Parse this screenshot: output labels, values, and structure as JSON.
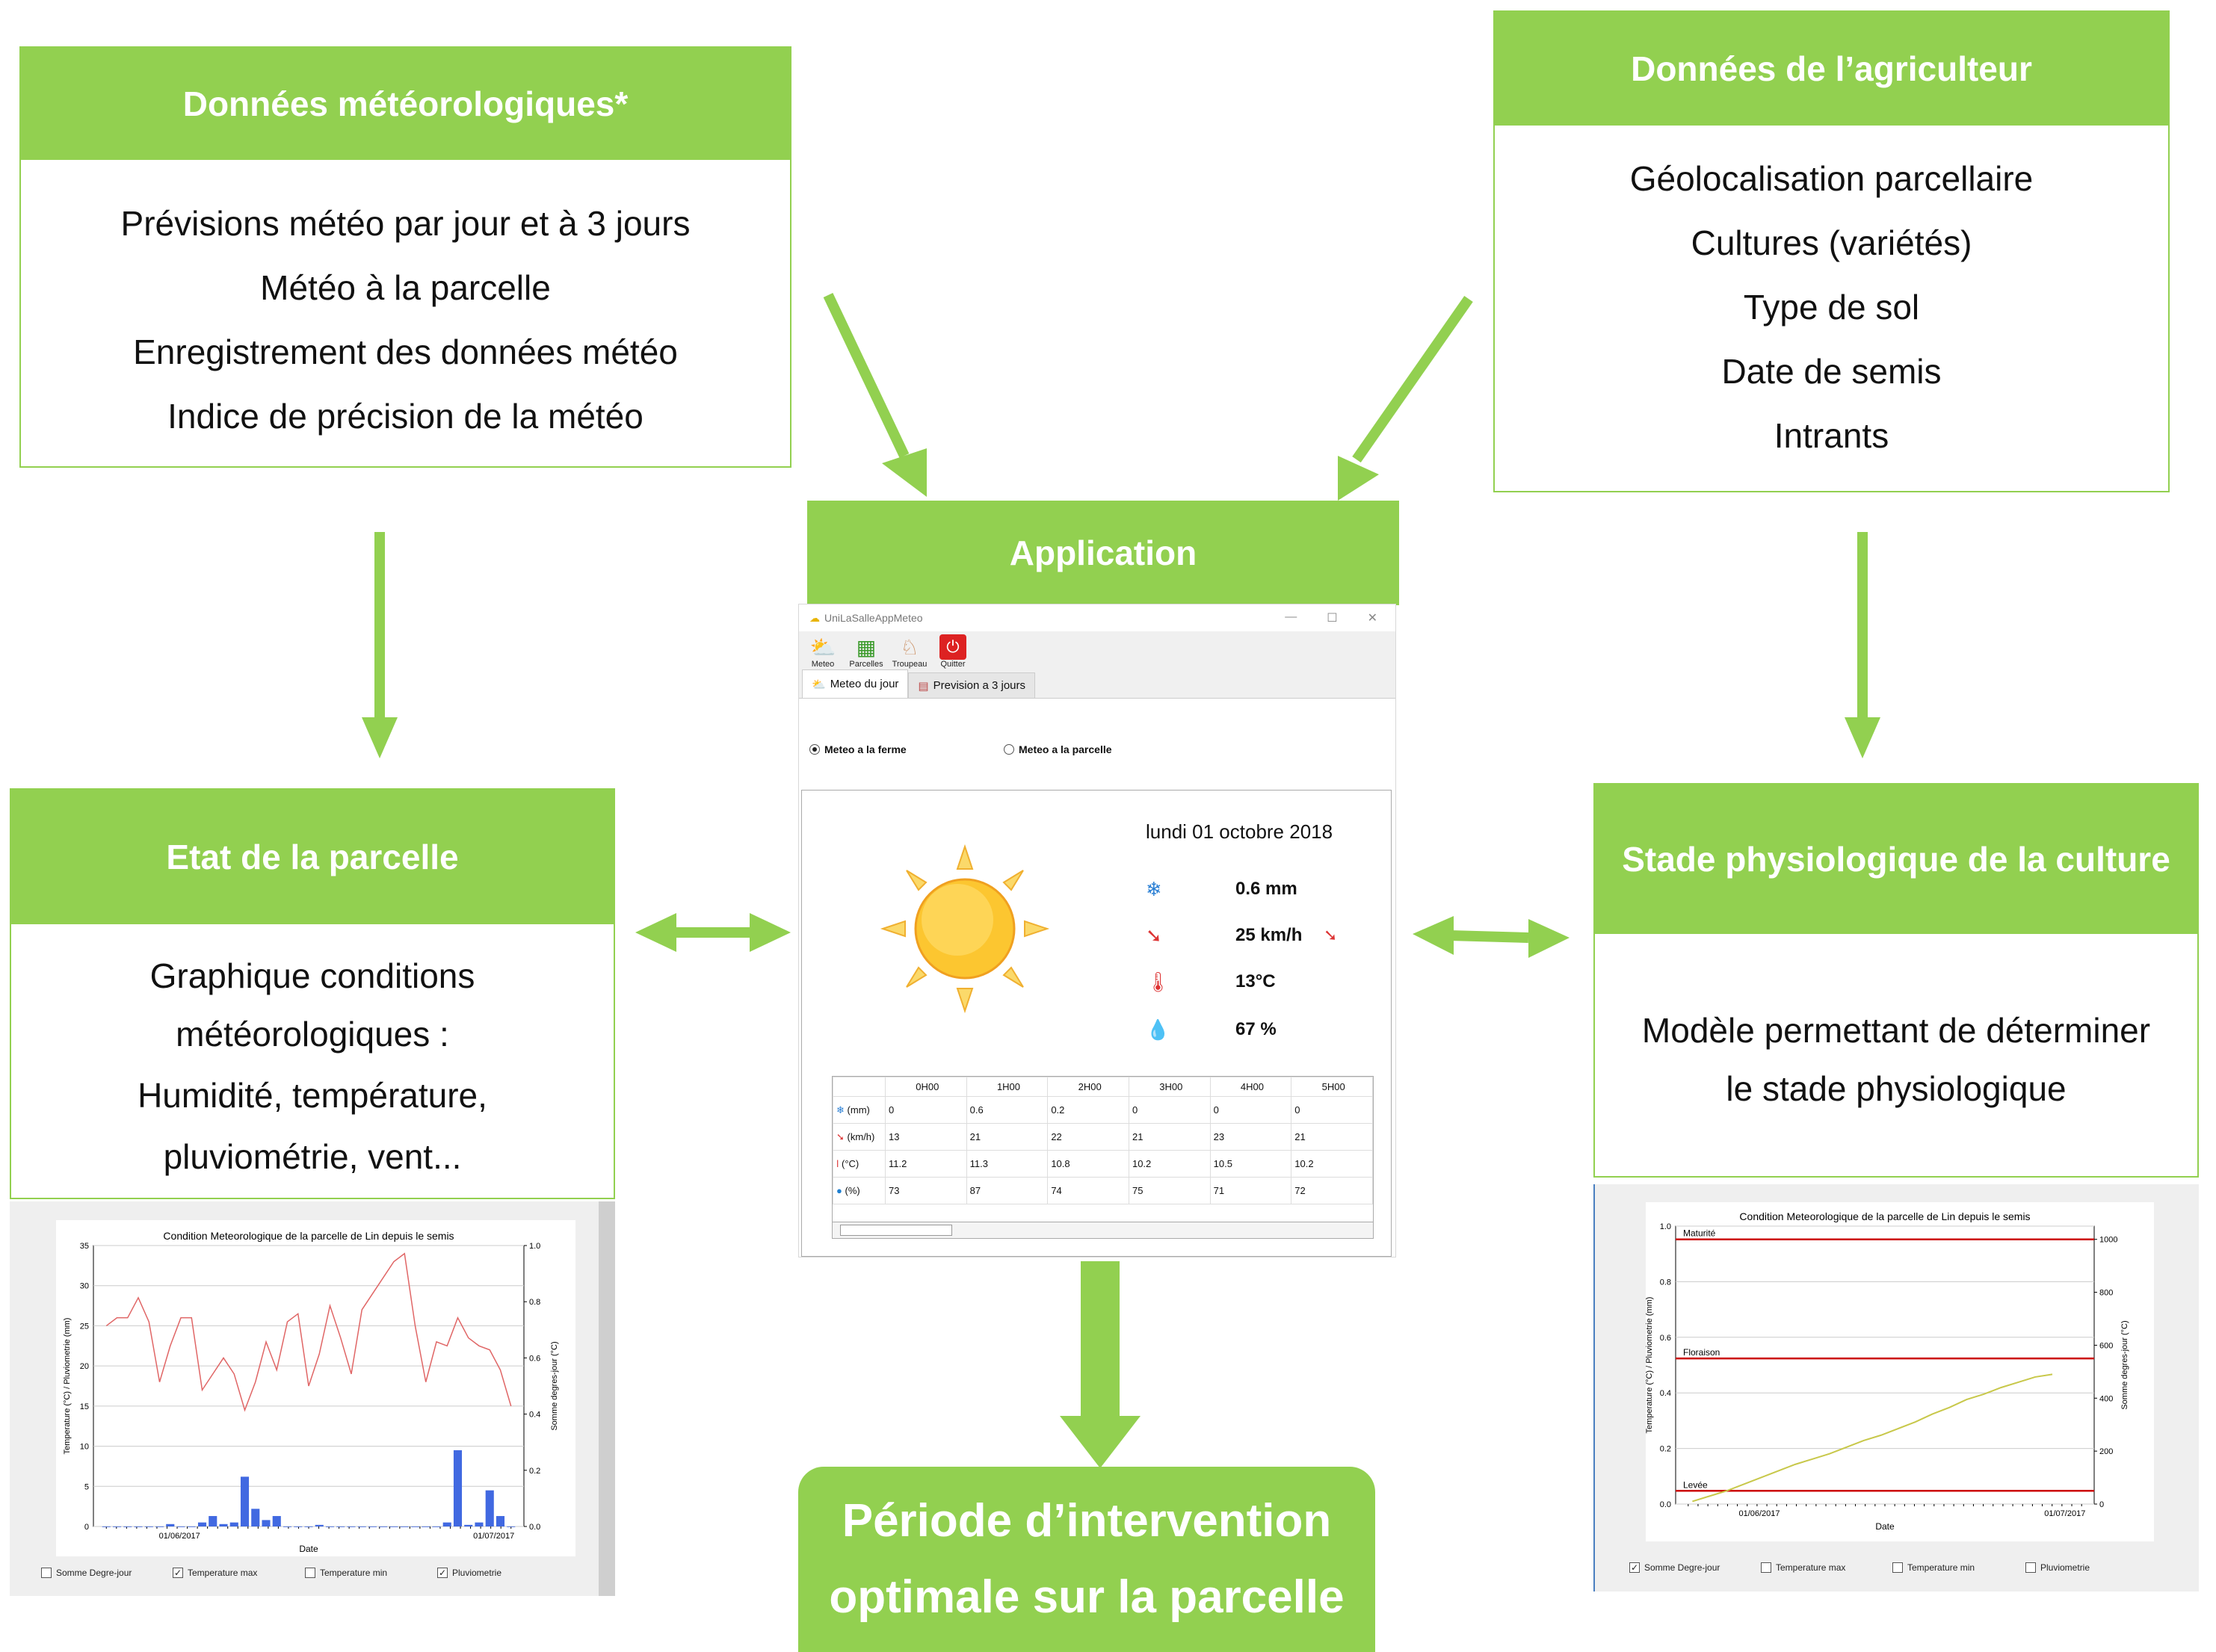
{
  "meteo_box": {
    "title": "Données météorologiques*",
    "lines": [
      "Prévisions météo par jour et à 3 jours",
      "Météo à la parcelle",
      "Enregistrement des données météo",
      "Indice de précision de la météo"
    ]
  },
  "farmer_box": {
    "title": "Données de l’agriculteur",
    "lines": [
      "Géolocalisation parcellaire",
      "Cultures (variétés)",
      "Type de sol",
      "Date de semis",
      "Intrants"
    ]
  },
  "application_box": {
    "title": "Application"
  },
  "parcelle_box": {
    "title": "Etat de la parcelle",
    "lines": [
      "Graphique conditions",
      "météorologiques :",
      "Humidité, température,",
      "pluviométrie, vent..."
    ]
  },
  "stade_box": {
    "title": "Stade physiologique de la culture",
    "lines": [
      "Modèle permettant de déterminer",
      "le stade physiologique"
    ]
  },
  "final_box": {
    "lines": [
      "Période d’intervention",
      "optimale sur la parcelle"
    ]
  },
  "app_window": {
    "title": "UniLaSalleAppMeteo",
    "toolbar": [
      "Meteo",
      "Parcelles",
      "Troupeau",
      "Quitter"
    ],
    "tabs": [
      "Meteo du jour",
      "Prevision a 3 jours"
    ],
    "radios": [
      "Meteo a la ferme",
      "Meteo a la parcelle"
    ],
    "date": "lundi 01 octobre 2018",
    "weather": {
      "rain": "0.6 mm",
      "wind": "25 km/h",
      "temp": "13°C",
      "humidity": "67 %"
    },
    "hourly": {
      "hours": [
        "0H00",
        "1H00",
        "2H00",
        "3H00",
        "4H00",
        "5H00"
      ],
      "rows": [
        {
          "label": "(mm)",
          "values": [
            "0",
            "0.6",
            "0.2",
            "0",
            "0",
            "0"
          ]
        },
        {
          "label": "(km/h)",
          "values": [
            "13",
            "21",
            "22",
            "21",
            "23",
            "21"
          ]
        },
        {
          "label": "(°C)",
          "values": [
            "11.2",
            "11.3",
            "10.8",
            "10.2",
            "10.5",
            "10.2"
          ]
        },
        {
          "label": "(%)",
          "values": [
            "73",
            "87",
            "74",
            "75",
            "71",
            "72"
          ]
        }
      ]
    }
  },
  "chart_data": [
    {
      "type": "line",
      "title": "Condition Meteorologique de la parcelle de Lin depuis le semis",
      "xlabel": "Date",
      "ylabel": "Temperature (°C) / Pluviometrie (mm)",
      "ylabel_right": "Somme degres-jour (°C)",
      "ylim": [
        0,
        35
      ],
      "yticks": [
        "0",
        "5",
        "10",
        "15",
        "20",
        "25",
        "30",
        "35"
      ],
      "ylim_right": [
        0.0,
        1.0
      ],
      "yticks_right": [
        "0.0",
        "0.2",
        "0.4",
        "0.6",
        "0.8",
        "1.0"
      ],
      "xticks": [
        "01/06/2017",
        "01/07/2017"
      ],
      "series": [
        {
          "name": "Temperature max",
          "type": "line",
          "color": "#e06666",
          "values": [
            25,
            26,
            26,
            28.5,
            25.5,
            18,
            22.5,
            26,
            26,
            17,
            19,
            21,
            19,
            14.5,
            18,
            23,
            19.5,
            25.5,
            26.5,
            17.5,
            21.5,
            27.5,
            23.5,
            19,
            27,
            29,
            31,
            33,
            34,
            25,
            18,
            23,
            22.5,
            26,
            23.5,
            22.5,
            22,
            19.5,
            15
          ]
        },
        {
          "name": "Pluviometrie",
          "type": "bar",
          "color": "#4169e1",
          "values": [
            0,
            0,
            0,
            0,
            0,
            0,
            0.3,
            0,
            0,
            0.5,
            1.3,
            0.3,
            0.5,
            6.2,
            2.2,
            0.8,
            1.3,
            0,
            0,
            0,
            0.2,
            0,
            0,
            0,
            0,
            0,
            0,
            0,
            0,
            0,
            0,
            0,
            0.5,
            9.5,
            0.2,
            0.5,
            4.5,
            1.3,
            0
          ]
        }
      ],
      "checkboxes": [
        {
          "label": "Somme Degre-jour",
          "checked": false
        },
        {
          "label": "Temperature max",
          "checked": true
        },
        {
          "label": "Temperature min",
          "checked": false
        },
        {
          "label": "Pluviometrie",
          "checked": true
        }
      ]
    },
    {
      "type": "line",
      "title": "Condition Meteorologique de la parcelle de Lin depuis le semis",
      "xlabel": "Date",
      "ylabel": "Temperature (°C) / Pluviometrie (mm)",
      "ylabel_right": "Somme degres-jour (°C)",
      "ylim": [
        0.0,
        1.0
      ],
      "yticks": [
        "0.0",
        "0.2",
        "0.4",
        "0.6",
        "0.8",
        "1.0"
      ],
      "ylim_right": [
        0,
        1050
      ],
      "yticks_right": [
        "0",
        "200",
        "400",
        "600",
        "800",
        "1000"
      ],
      "xticks": [
        "01/06/2017",
        "01/07/2017"
      ],
      "thresholds": [
        {
          "label": "Maturité",
          "value": 1000,
          "color": "#cc0000"
        },
        {
          "label": "Floraison",
          "value": 550,
          "color": "#cc0000"
        },
        {
          "label": "Levée",
          "value": 50,
          "color": "#cc0000"
        }
      ],
      "series": [
        {
          "name": "Somme Degre-jour",
          "type": "line",
          "color": "#c8c84a",
          "values": [
            10,
            30,
            50,
            75,
            100,
            125,
            150,
            170,
            190,
            215,
            240,
            260,
            285,
            310,
            340,
            365,
            395,
            415,
            440,
            460,
            480,
            490
          ]
        }
      ],
      "checkboxes": [
        {
          "label": "Somme Degre-jour",
          "checked": true
        },
        {
          "label": "Temperature max",
          "checked": false
        },
        {
          "label": "Temperature min",
          "checked": false
        },
        {
          "label": "Pluviometrie",
          "checked": false
        }
      ]
    }
  ]
}
